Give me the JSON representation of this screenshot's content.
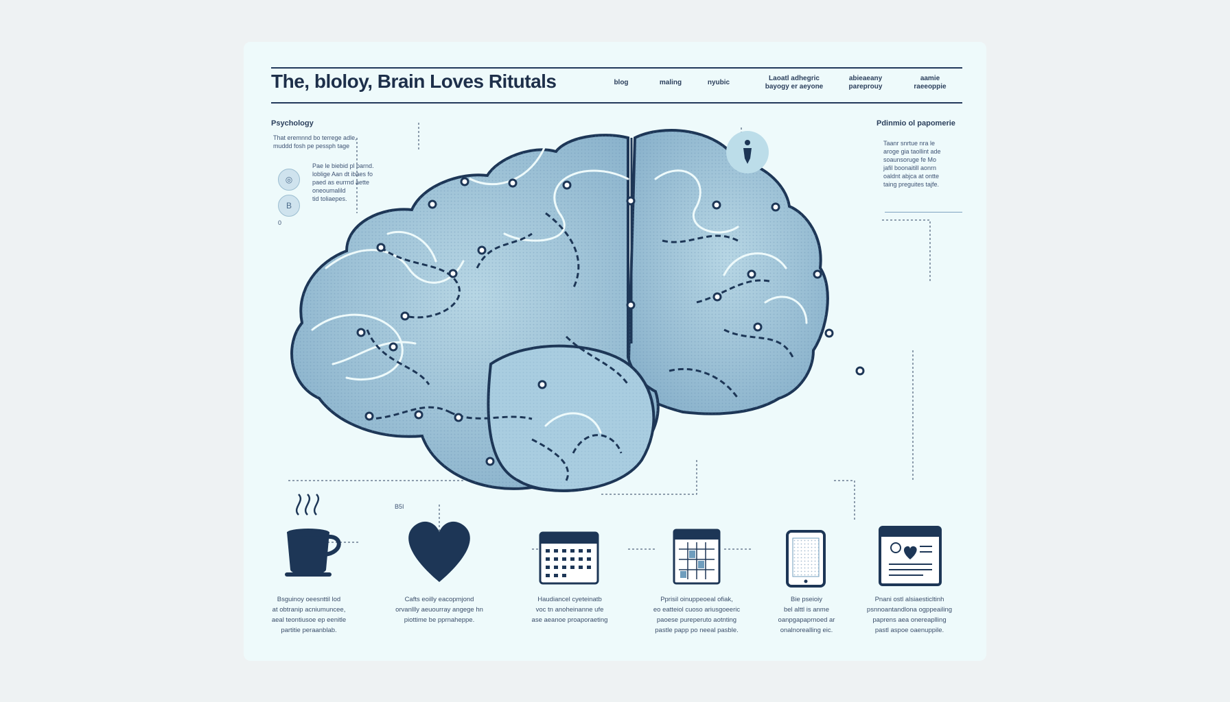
{
  "header": {
    "title": "The, bloloy, Brain Loves Ritutals",
    "nav": [
      {
        "lines": [
          "blog"
        ]
      },
      {
        "lines": [
          "maling"
        ]
      },
      {
        "lines": [
          "nyubic"
        ]
      },
      {
        "lines": [
          "Laoatl adhegric",
          "bayogy er aeyone"
        ]
      },
      {
        "lines": [
          "abieaeany",
          "pareprouy"
        ]
      },
      {
        "lines": [
          "aamie",
          "raeeoppie"
        ]
      }
    ]
  },
  "left_panel": {
    "label": "Psychology",
    "intro": [
      "That eremnnd bo terrege adle,",
      "muddd fosh pe pessph tage"
    ],
    "bubble_1": "◎",
    "bubble_2": "B",
    "marker": "0",
    "notes": [
      "Pae le biebid pl parnd.",
      "loblige Aan dt ibaes fo",
      "paed as eurrnd aette",
      "oneoumalild",
      "tid toliaepes."
    ]
  },
  "right_panel": {
    "label": "Pdinmio ol papomerie",
    "notes": [
      "Taanr snrtue nra le",
      "aroge gia taollint ade",
      "soaunsoruge fe Mo",
      "jafil boonaitill aonrn",
      "oaldnt abjca at ontte",
      "taing preguites tajfe."
    ]
  },
  "center_marker": "B5I",
  "rituals": [
    {
      "icon": "coffee-cup-icon",
      "caption": [
        "Bsguinoy oeesnttil lod",
        "at obtranip acniumuncee,",
        "aeal teontiusoe ep eenitle",
        "partitie peraanblab."
      ]
    },
    {
      "icon": "heart-icon",
      "caption": [
        "Cafts eoilly eacopmjond",
        "orvanllly aeuourray angege hn",
        "piottime be pprnaheppe."
      ]
    },
    {
      "icon": "calendar-icon",
      "caption": [
        "Haudiancel cyeteinatb",
        "voc tn anoheinanne ufe",
        "ase aeanoe proaporaeting"
      ]
    },
    {
      "icon": "planner-grid-icon",
      "caption": [
        "Pprisil oinuppeoeal ofiak,",
        "eo eatteiol cuoso ariusgoeeric",
        "paoese pureperuto aotnting",
        "pastle papp po neeal pasble."
      ]
    },
    {
      "icon": "tablet-icon",
      "caption": [
        "Bie pseioiy",
        "bel alttl is anme",
        "oanpgapaprnoed ar",
        "onalnorealling eic."
      ]
    },
    {
      "icon": "notebook-calendar-icon",
      "caption": [
        "Pnani ostl alsiaesticltinh",
        "psnnoantandlona ogppeailing",
        "paprens aea onereaplling",
        "pastl aspoe oaenuppile."
      ]
    }
  ],
  "colors": {
    "ink": "#1d2f4a",
    "brain_fill": "#9dc3d8",
    "brain_outline": "#1d3656",
    "card": "#eefafb",
    "background": "#eef2f3"
  }
}
